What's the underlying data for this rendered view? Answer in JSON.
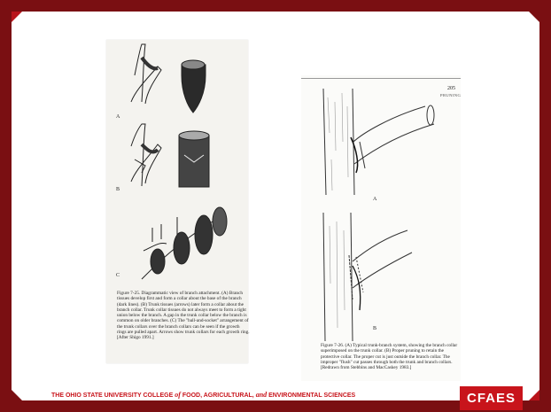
{
  "slide": {
    "footer": {
      "part1": "THE OHIO STATE UNIVERSITY COLLEGE ",
      "of": "of",
      "part2": " FOOD, AGRICULTURAL, ",
      "and": "and",
      "part3": " ENVIRONMENTAL SCIENCES"
    },
    "logo": "CFAES",
    "colors": {
      "frame": "#7a0f12",
      "accent": "#c8141b",
      "slide_bg": "#ffffff"
    }
  },
  "left_page": {
    "labels": [
      "A",
      "B",
      "C"
    ],
    "caption": "Figure 7-25. Diagrammatic view of branch attachment. (A) Branch tissues develop first and form a collar about the base of the branch (dark lines). (B) Trunk tissues (arrows) later form a collar about the branch collar. Trunk collar tissues do not always meet to form a tight union below the branch. A gap in the trunk collar below the branch is common on older branches. (C) The \"ball-and-socket\" arrangement of the trunk collars over the branch collars can be seen if the growth rings are pulled apart. Arrows show trunk collars for each growth ring. [After Shigo 1991.]"
  },
  "right_page": {
    "page_number": "205",
    "running_head": "PRUNING",
    "labels": [
      "A",
      "B"
    ],
    "caption": "Figure 7-26. (A) Typical trunk-branch system, showing the branch collar superimposed on the trunk collar. (B) Proper pruning to retain the protective collar. The proper cut is just outside the branch collar. The improper \"flush\" cut passes through both the trunk and branch collars. [Redrawn from Stebbins and MacCaskey 1983.]"
  }
}
